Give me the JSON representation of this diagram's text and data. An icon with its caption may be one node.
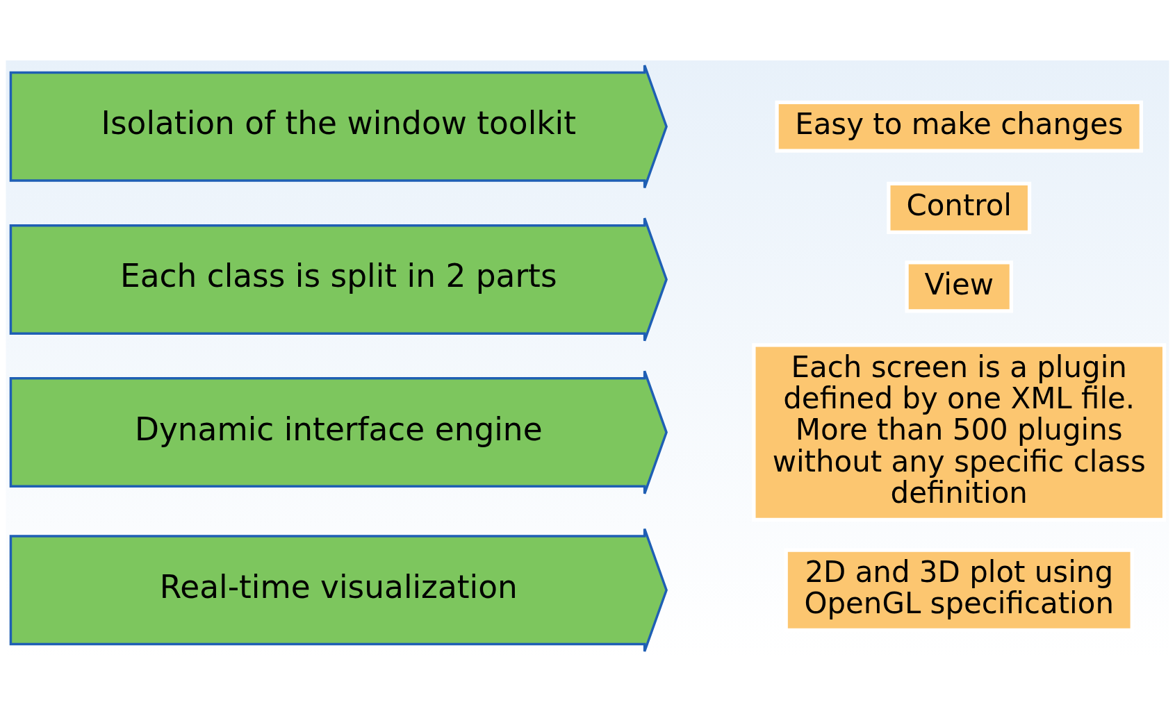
{
  "diagram": {
    "nodes": [
      {
        "text": [
          "Isolation of the window toolkit"
        ]
      },
      {
        "text": [
          "Easy to make changes"
        ]
      },
      {
        "text": [
          "Each class is split in 2 parts"
        ]
      },
      {
        "text": [
          "Control"
        ]
      },
      {
        "text": [
          "View"
        ]
      },
      {
        "text": [
          "Dynamic interface engine"
        ]
      },
      {
        "text": [
          "Each screen is a plugin defined by one XML file. More than 500 plugins without any specific class definition"
        ]
      },
      {
        "text": [
          "Real-time visualization"
        ]
      },
      {
        "text": [
          "2D and 3D plot using OpenGL specification"
        ]
      }
    ],
    "edges": []
  }
}
